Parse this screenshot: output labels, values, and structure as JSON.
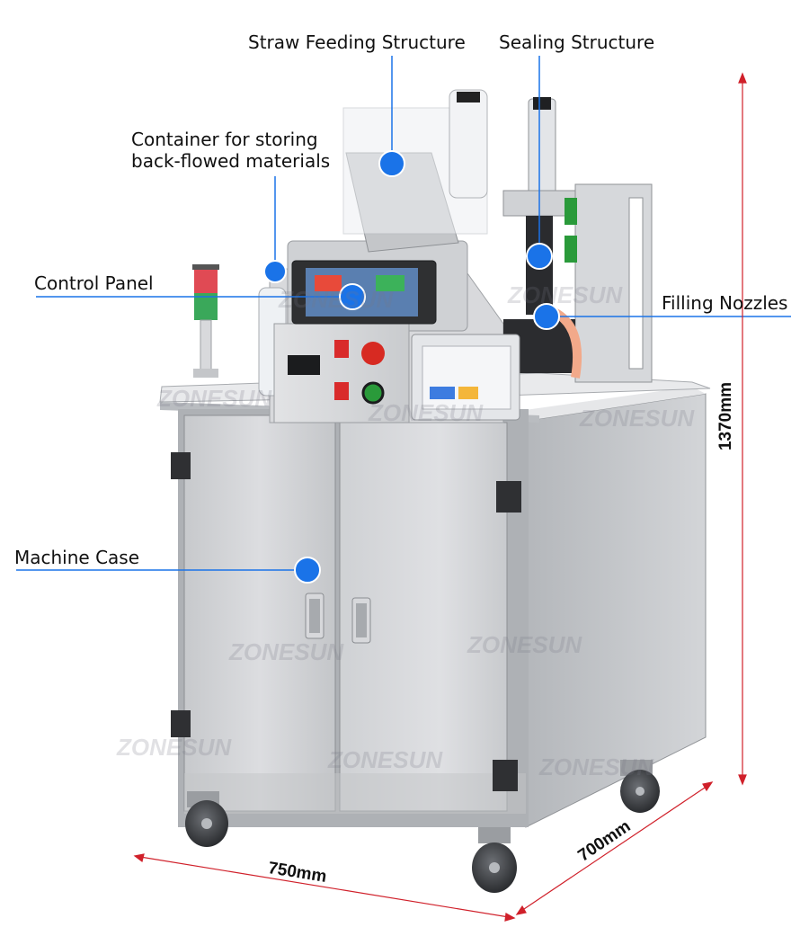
{
  "callouts": {
    "straw_feeding": "Straw Feeding Structure",
    "sealing": "Sealing Structure",
    "container_line1": "Container for storing",
    "container_line2": "back-flowed materials",
    "control_panel": "Control Panel",
    "filling_nozzles": "Filling Nozzles",
    "machine_case": "Machine Case"
  },
  "dimensions": {
    "height": "1370mm",
    "width": "750mm",
    "depth": "700mm"
  },
  "watermark": "ZONESUN",
  "colors": {
    "marker_blue": "#1a73e8",
    "dimension_red": "#d0202a",
    "steel_light": "#d9dadc",
    "steel_mid": "#bfc1c4",
    "steel_dark": "#9b9ea2"
  }
}
